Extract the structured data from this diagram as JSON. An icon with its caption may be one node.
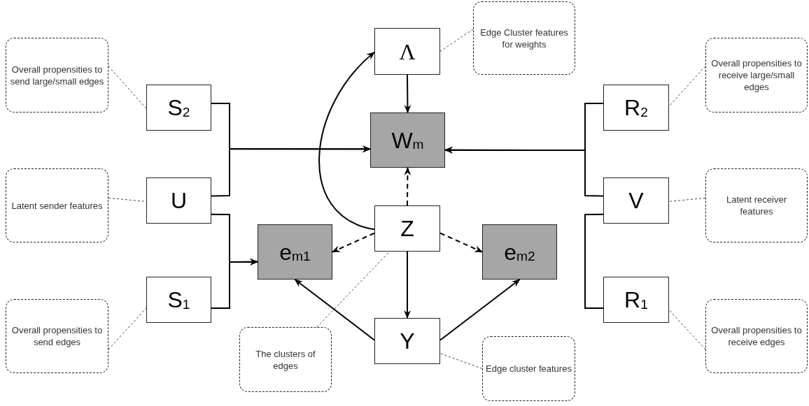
{
  "diagram": {
    "nodes": [
      {
        "text": [
          "Overall propensities to send large/small edges"
        ]
      },
      {
        "text": [
          "Λ"
        ]
      },
      {
        "text": [
          "Edge Cluster features for weights"
        ]
      },
      {
        "text": [
          "Overall propensities to receive large/small edges"
        ]
      },
      {
        "text": [
          "S$_{2}$"
        ]
      },
      {
        "text": [
          "W$_{m}$"
        ]
      },
      {
        "text": [
          "R$_{2}$"
        ]
      },
      {
        "text": [
          "Latent sender features"
        ]
      },
      {
        "text": [
          "U"
        ]
      },
      {
        "text": [
          "Z"
        ]
      },
      {
        "text": [
          "V"
        ]
      },
      {
        "text": [
          "Latent receiver features"
        ]
      },
      {
        "text": [
          "e$_{m1}$"
        ]
      },
      {
        "text": [
          "e$_{m2}$"
        ]
      },
      {
        "text": [
          "Overall propensities to send edges"
        ]
      },
      {
        "text": [
          "S$_{1}$"
        ]
      },
      {
        "text": [
          "R$_{1}$"
        ]
      },
      {
        "text": [
          "Overall propensities to receive edges"
        ]
      },
      {
        "text": [
          "Y"
        ]
      },
      {
        "text": [
          "The clusters of edges"
        ]
      },
      {
        "text": [
          "Edge cluster features"
        ]
      }
    ],
    "edges": [
      {
        "from": 4,
        "to": 5,
        "arrow": "to"
      },
      {
        "from": 8,
        "to": 5,
        "arrow": "to"
      },
      {
        "from": 8,
        "to": 12,
        "arrow": "to"
      },
      {
        "from": 15,
        "to": 12,
        "arrow": "to"
      },
      {
        "from": 6,
        "to": 5,
        "arrow": "to"
      },
      {
        "from": 10,
        "to": 5,
        "arrow": "to"
      },
      {
        "from": 10,
        "to": 16,
        "arrow": "none"
      },
      {
        "from": 1,
        "to": 5,
        "arrow": "to"
      },
      {
        "from": 9,
        "to": 5,
        "arrow": "to",
        "style": "dashed"
      },
      {
        "from": 9,
        "to": 1,
        "arrow": "to"
      },
      {
        "from": 9,
        "to": 12,
        "arrow": "to",
        "style": "dashed"
      },
      {
        "from": 9,
        "to": 13,
        "arrow": "to",
        "style": "dashed"
      },
      {
        "from": 9,
        "to": 18,
        "arrow": "to"
      },
      {
        "from": 18,
        "to": 12,
        "arrow": "to"
      },
      {
        "from": 18,
        "to": 13,
        "arrow": "to"
      },
      {
        "from": 0,
        "to": 4,
        "arrow": "none",
        "style": "dashed"
      },
      {
        "from": 7,
        "to": 8,
        "arrow": "none",
        "style": "dashed"
      },
      {
        "from": 14,
        "to": 15,
        "arrow": "none",
        "style": "dashed"
      },
      {
        "from": 2,
        "to": 1,
        "arrow": "none",
        "style": "dashed"
      },
      {
        "from": 19,
        "to": 9,
        "arrow": "none",
        "style": "dashed"
      },
      {
        "from": 20,
        "to": 18,
        "arrow": "none",
        "style": "dashed"
      },
      {
        "from": 3,
        "to": 6,
        "arrow": "none",
        "style": "dashed"
      },
      {
        "from": 11,
        "to": 10,
        "arrow": "none",
        "style": "dashed"
      },
      {
        "from": 17,
        "to": 16,
        "arrow": "none",
        "style": "dashed"
      }
    ]
  }
}
